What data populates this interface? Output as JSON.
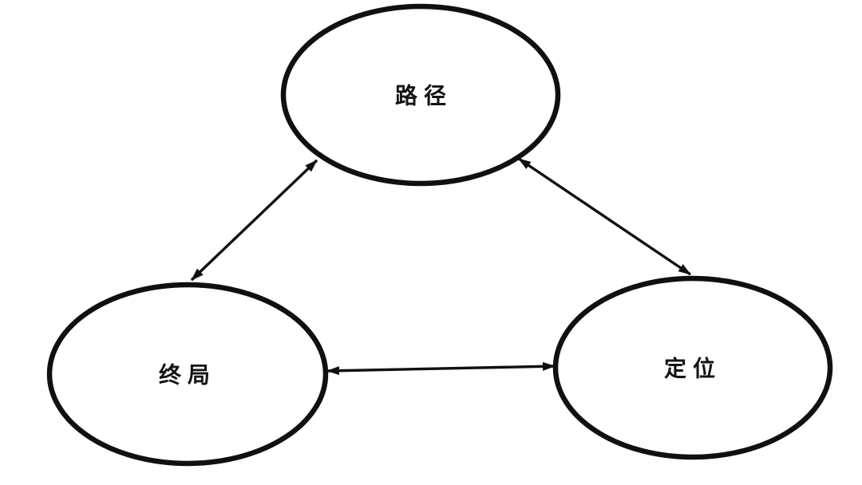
{
  "diagram": {
    "background_color": "#ffffff",
    "stroke_color": "#101010",
    "nodes": {
      "path": {
        "label": "路径"
      },
      "endgame": {
        "label": "终局"
      },
      "positioning": {
        "label": "定位"
      }
    },
    "edges": [
      {
        "from": "终局",
        "to": "路径",
        "direction": "bidirectional"
      },
      {
        "from": "路径",
        "to": "定位",
        "direction": "bidirectional"
      },
      {
        "from": "终局",
        "to": "定位",
        "direction": "bidirectional"
      }
    ]
  }
}
